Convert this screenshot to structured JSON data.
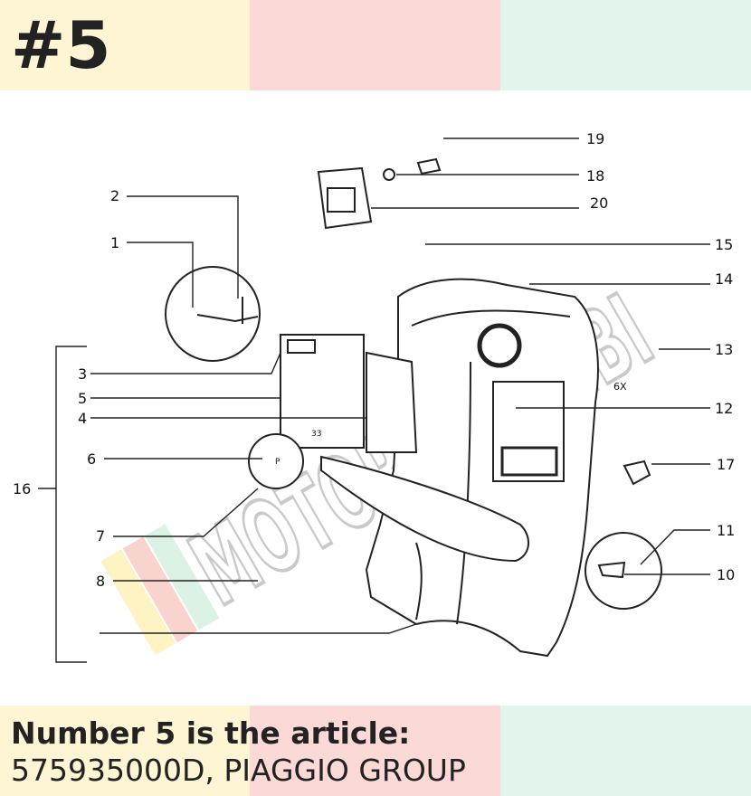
{
  "badge": "#5",
  "colors": {
    "band_yellow": "#fdf5d3",
    "band_pink": "#fbd9d6",
    "band_mint": "#e2f4ec",
    "text": "#222222",
    "watermark_outline": "#b8b8b8"
  },
  "diagram": {
    "callouts": [
      "1",
      "2",
      "3",
      "4",
      "5",
      "6",
      "7",
      "8",
      "10",
      "11",
      "12",
      "13",
      "14",
      "15",
      "16",
      "17",
      "18",
      "19",
      "20"
    ],
    "small_marks": [
      "6X",
      "P",
      "33"
    ]
  },
  "watermark": "MOTORRICAMBI",
  "caption": {
    "title": "Number 5 is the article:",
    "part_number": "575935000D",
    "separator": ", ",
    "manufacturer": "PIAGGIO GROUP"
  }
}
